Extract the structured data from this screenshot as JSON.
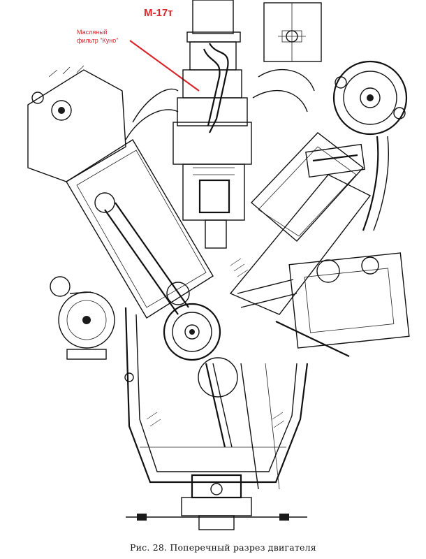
{
  "labels": {
    "model": "М-17т",
    "filter_line1": "Масляный",
    "filter_line2": "фильтр \"Куно\"",
    "caption": "Рис. 28. Поперечный разрез двигателя"
  },
  "colors": {
    "annotation": "#d9262b",
    "ink": "#111111",
    "paper": "#ffffff"
  }
}
